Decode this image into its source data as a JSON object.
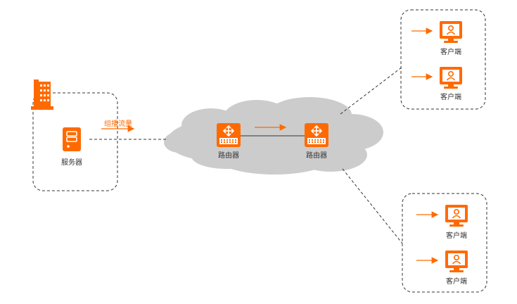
{
  "colors": {
    "accent": "#ff6a00",
    "cloud": "#cccccc",
    "line": "#333333"
  },
  "server": {
    "label": "服务器",
    "icon": "server-icon"
  },
  "building": {
    "icon": "building-icon"
  },
  "flow": {
    "label": "组播流量"
  },
  "routers": [
    {
      "label": "路由器",
      "icon": "router-icon"
    },
    {
      "label": "路由器",
      "icon": "router-icon"
    }
  ],
  "client_groups": [
    {
      "clients": [
        {
          "label": "客户端",
          "icon": "monitor-user-icon"
        },
        {
          "label": "客户端",
          "icon": "monitor-user-icon"
        }
      ]
    },
    {
      "clients": [
        {
          "label": "客户端",
          "icon": "monitor-user-icon"
        },
        {
          "label": "客户端",
          "icon": "monitor-user-icon"
        }
      ]
    }
  ]
}
